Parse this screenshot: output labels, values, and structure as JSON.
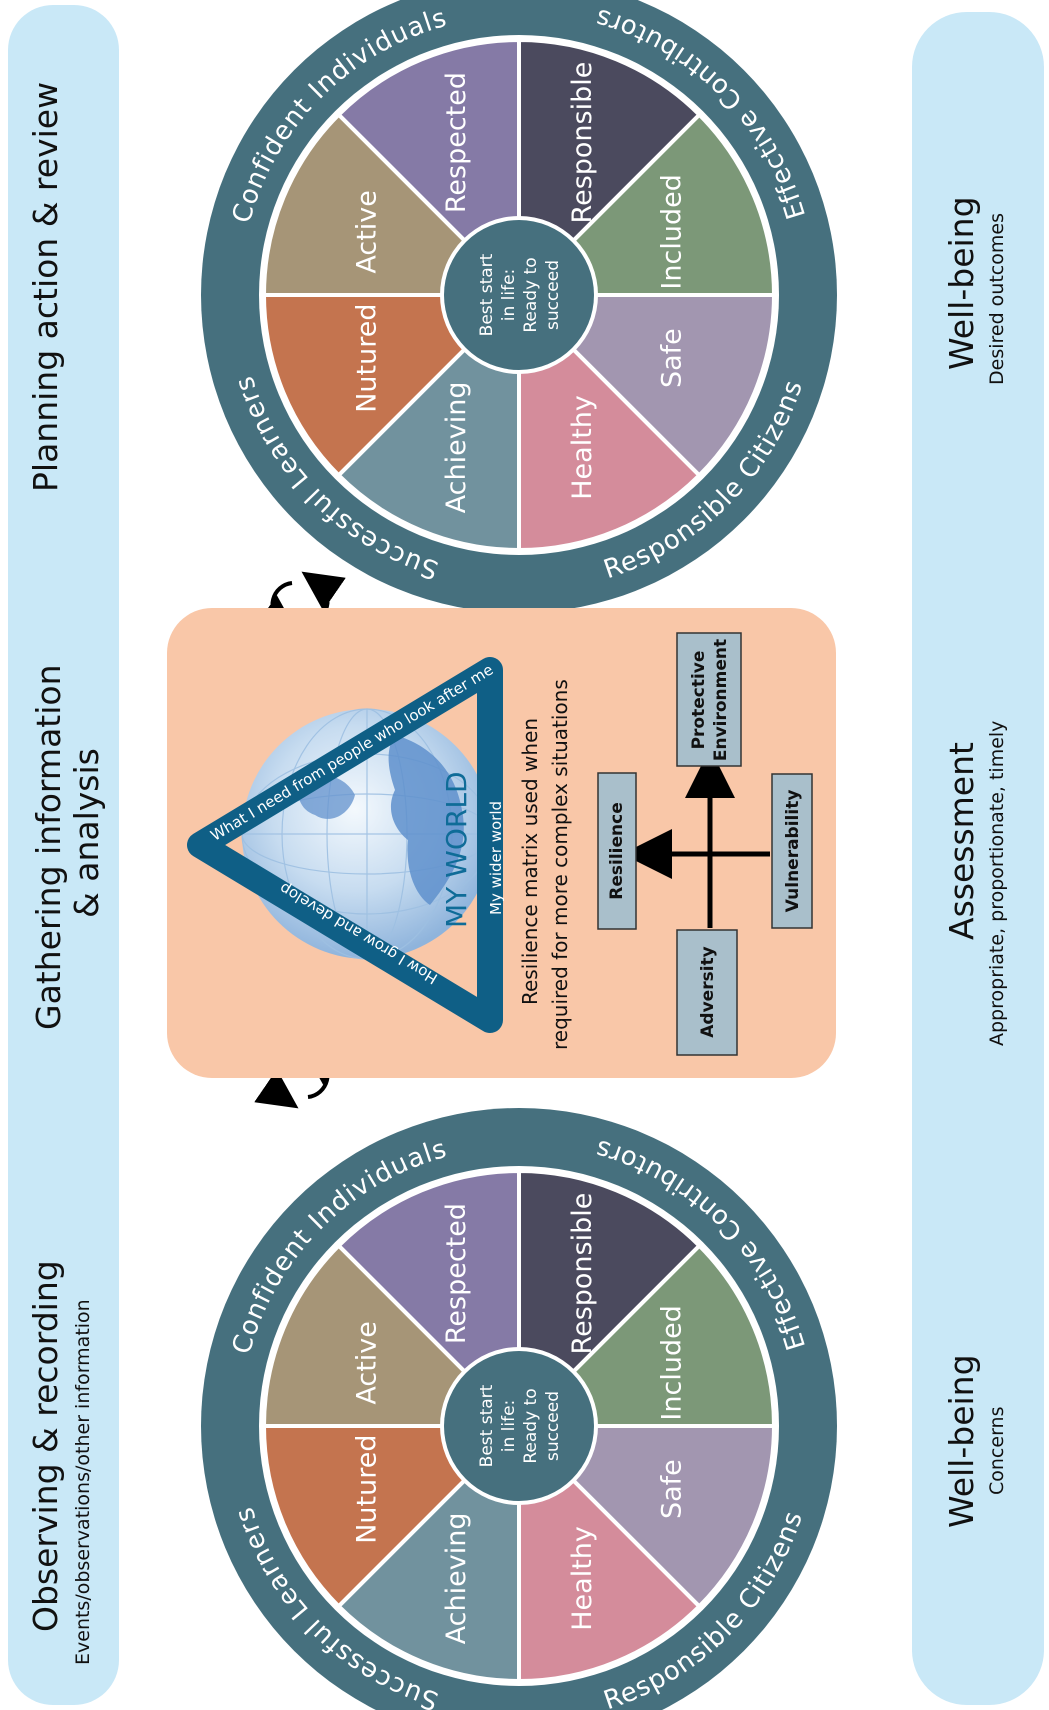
{
  "columns": {
    "observing": {
      "title": "Observing & recording",
      "subtitle": "Events/observations/other information"
    },
    "gathering": {
      "title_line1": "Gathering information",
      "title_line2": "& analysis"
    },
    "planning": {
      "title": "Planning action & review"
    }
  },
  "bottom": {
    "wellbeing_concerns": {
      "title": "Well-being",
      "subtitle": "Concerns"
    },
    "assessment": {
      "title": "Assessment",
      "subtitle": "Appropriate, proportionate, timely"
    },
    "wellbeing_outcomes": {
      "title": "Well-being",
      "subtitle": "Desired outcomes"
    }
  },
  "wheel": {
    "hub": [
      "Best start",
      "in life:",
      "Ready to",
      "succeed"
    ],
    "segments": [
      {
        "label": "Respected",
        "color": "#857aa6"
      },
      {
        "label": "Active",
        "color": "#a69577"
      },
      {
        "label": "Nutured",
        "color": "#c4744f"
      },
      {
        "label": "Achieving",
        "color": "#71929e"
      },
      {
        "label": "Healthy",
        "color": "#d48c9b"
      },
      {
        "label": "Safe",
        "color": "#a296b0"
      },
      {
        "label": "Included",
        "color": "#7c9878"
      },
      {
        "label": "Responsible",
        "color": "#4b4a5e"
      }
    ],
    "ring": [
      {
        "label": "Confident Individuals"
      },
      {
        "label": "Successful Learners"
      },
      {
        "label": "Responsible Citizens"
      },
      {
        "label": "Effective Contributors"
      }
    ],
    "ring_color": "#46707e"
  },
  "myworld": {
    "title": "MY WORLD",
    "side_top": "What I need from people who look after me",
    "side_bottom": "How I grow and develop",
    "side_right": "My wider world"
  },
  "resilience": {
    "note_line1": "Resilience matrix used when",
    "note_line2": "required for more complex situations",
    "boxes": {
      "resilience": "Resilience",
      "protective": [
        "Protective",
        "Environment"
      ],
      "adversity": "Adversity",
      "vulnerability": "Vulnerability"
    }
  },
  "colors": {
    "band": "#c9e8f7",
    "panel": "#f9c7a8",
    "triangle": "#0f5f86",
    "matrix_box": "#a9bfcb"
  }
}
